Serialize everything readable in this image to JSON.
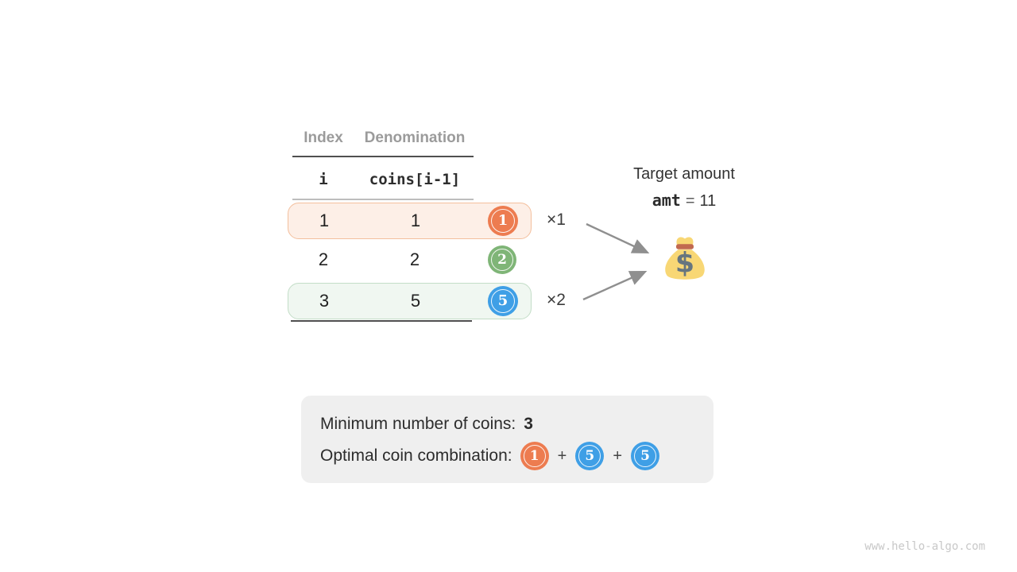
{
  "table": {
    "column_headers": [
      "Index",
      "Denomination"
    ],
    "code_headers": [
      "i",
      "coins[i-1]"
    ],
    "rows": [
      {
        "index": "1",
        "denomination": "1",
        "coin": "1",
        "highlight": "orange",
        "multiplier": "×1"
      },
      {
        "index": "2",
        "denomination": "2",
        "coin": "2",
        "highlight": "none",
        "multiplier": ""
      },
      {
        "index": "3",
        "denomination": "5",
        "coin": "5",
        "highlight": "green",
        "multiplier": "×2"
      }
    ]
  },
  "target": {
    "title": "Target amount",
    "variable": "amt",
    "equals": "=",
    "value": "11"
  },
  "result": {
    "line1_label": "Minimum number of coins:",
    "line1_value": "3",
    "line2_label": "Optimal coin combination:",
    "coins": [
      "1",
      "5",
      "5"
    ],
    "plus_sign": "+"
  },
  "icons": {
    "money_bag": "💰",
    "arrow": "→"
  },
  "watermark": "www.hello-algo.com",
  "colors": {
    "text_dark": "#2e2e2e",
    "text_gray": "#9b9b9b",
    "coin_orange": "#ed7c50",
    "coin_green": "#7fb577",
    "coin_blue": "#3f9fe6",
    "row_orange_bg": "#fdefe7",
    "row_orange_border": "#f3bf9d",
    "row_green_bg": "#f0f7f1",
    "row_green_border": "#c3ddc7",
    "box_bg": "#efefef",
    "arrow_gray": "#8f8f8f",
    "rule_dark": "#4f4f4f",
    "rule_light": "#bdbdbd",
    "bag_body": "#f8d775",
    "bag_band": "#c1694f",
    "bag_dollar": "#66757f",
    "watermark_gray": "#c8c8c8"
  }
}
